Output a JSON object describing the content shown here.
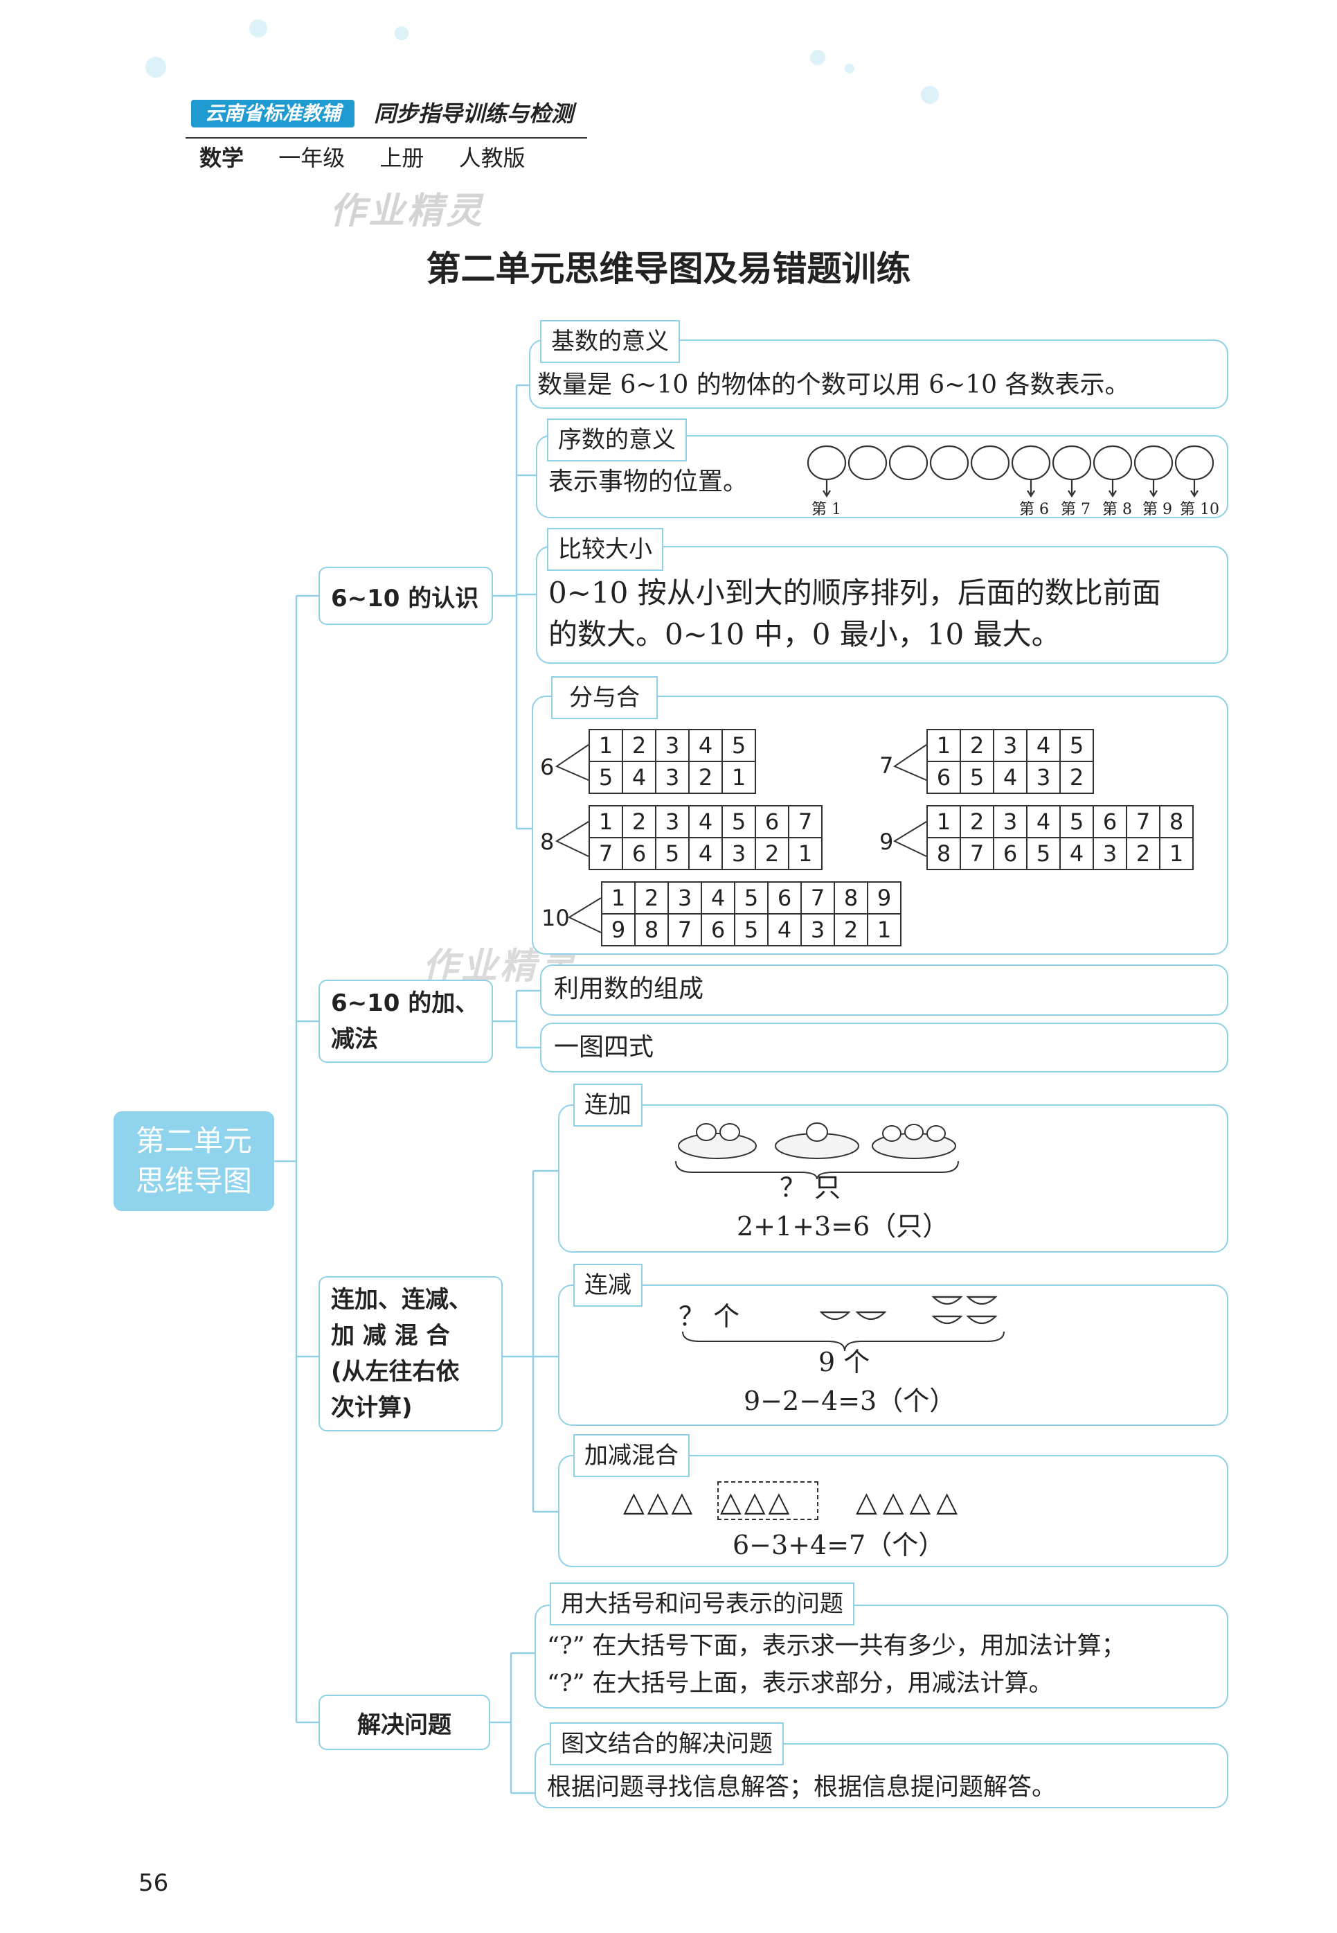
{
  "header": {
    "publisher": "云南省标准教辅",
    "series": "同步指导训练与检测",
    "subject": "数学",
    "grade": "一年级",
    "volume": "上册",
    "edition": "人教版",
    "watermark": "作业精灵"
  },
  "title": "第二单元思维导图及易错题训练",
  "root": [
    "第二单元",
    "思维导图"
  ],
  "categories": {
    "recognition": "6~10 的认识",
    "addsub": [
      "6~10 的加、",
      "减法"
    ],
    "mixed": [
      "连加、连减、",
      "加 减 混 合",
      "(从左往右依",
      "次计算)"
    ],
    "problems": "解决问题"
  },
  "cardinal": {
    "tag": "基数的意义",
    "text": "数量是 6~10 的物体的个数可以用 6~10 各数表示。"
  },
  "ordinal": {
    "tag": "序数的意义",
    "text": "表示事物的位置。",
    "labels": [
      "第 1",
      "第 6",
      "第 7",
      "第 8",
      "第 9",
      "第 10"
    ]
  },
  "compare": {
    "tag": "比较大小",
    "line1": "0~10 按从小到大的顺序排列，后面的数比前面",
    "line2": "的数大。0~10 中，0 最小，10 最大。"
  },
  "split": {
    "tag": "分与合",
    "groups": [
      {
        "n": "6",
        "top": [
          "1",
          "2",
          "3",
          "4",
          "5"
        ],
        "bottom": [
          "5",
          "4",
          "3",
          "2",
          "1"
        ]
      },
      {
        "n": "7",
        "top": [
          "1",
          "2",
          "3",
          "4",
          "5"
        ],
        "bottom": [
          "6",
          "5",
          "4",
          "3",
          "2"
        ]
      },
      {
        "n": "8",
        "top": [
          "1",
          "2",
          "3",
          "4",
          "5",
          "6",
          "7"
        ],
        "bottom": [
          "7",
          "6",
          "5",
          "4",
          "3",
          "2",
          "1"
        ]
      },
      {
        "n": "9",
        "top": [
          "1",
          "2",
          "3",
          "4",
          "5",
          "6",
          "7",
          "8"
        ],
        "bottom": [
          "8",
          "7",
          "6",
          "5",
          "4",
          "3",
          "2",
          "1"
        ]
      },
      {
        "n": "10",
        "top": [
          "1",
          "2",
          "3",
          "4",
          "5",
          "6",
          "7",
          "8",
          "9"
        ],
        "bottom": [
          "9",
          "8",
          "7",
          "6",
          "5",
          "4",
          "3",
          "2",
          "1"
        ]
      }
    ]
  },
  "addsub": {
    "use_comp": "利用数的组成",
    "one_fig": "一图四式"
  },
  "add_chain": {
    "tag": "连加",
    "question": "？ 只",
    "formula": "2+1+3=6（只）"
  },
  "sub_chain": {
    "tag": "连减",
    "question": "？ 个",
    "total": "9 个",
    "formula": "9−2−4=3（个）"
  },
  "mixed_op": {
    "tag": "加减混合",
    "formula": "6−3+4=7（个）",
    "triangle": "△"
  },
  "bracket": {
    "tag": "用大括号和问号表示的问题",
    "line1": "“?” 在大括号下面，表示求一共有多少，用加法计算；",
    "line2": "“?” 在大括号上面，表示求部分，用减法计算。"
  },
  "picture": {
    "tag": "图文结合的解决问题",
    "text": "根据问题寻找信息解答；根据信息提问题解答。"
  },
  "page_number": "56",
  "colors": {
    "accent": "#8fd0e6",
    "root_fill": "#8fd3ec",
    "publisher": "#1f9bd1"
  }
}
